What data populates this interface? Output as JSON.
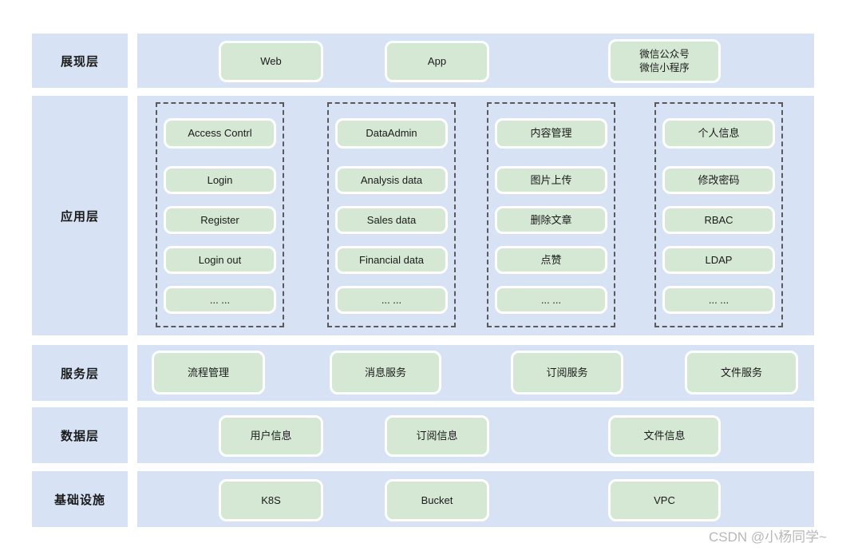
{
  "watermark": "CSDN @小杨同学~",
  "colors": {
    "band_blue": "#d7e3f5",
    "box_green": "#d5e8d4",
    "box_border_white": "#ffffff",
    "group_dashed_border": "#5a5a5a",
    "watermark_gray": "#b8b8b8"
  },
  "layers": {
    "presentation": {
      "label": "展现层",
      "boxes": [
        "Web",
        "App",
        "微信公众号\n微信小程序"
      ]
    },
    "application": {
      "label": "应用层",
      "groups": [
        [
          "Access Contrl",
          "Login",
          "Register",
          "Login out",
          "... ..."
        ],
        [
          "DataAdmin",
          "Analysis data",
          "Sales data",
          "Financial data",
          "... ..."
        ],
        [
          "内容管理",
          "图片上传",
          "删除文章",
          "点赞",
          "... ..."
        ],
        [
          "个人信息",
          "修改密码",
          "RBAC",
          "LDAP",
          "... ..."
        ]
      ]
    },
    "service": {
      "label": "服务层",
      "boxes": [
        "流程管理",
        "消息服务",
        "订阅服务",
        "文件服务"
      ]
    },
    "data": {
      "label": "数据层",
      "boxes": [
        "用户信息",
        "订阅信息",
        "文件信息"
      ]
    },
    "infrastructure": {
      "label": "基础设施",
      "boxes": [
        "K8S",
        "Bucket",
        "VPC"
      ]
    }
  }
}
